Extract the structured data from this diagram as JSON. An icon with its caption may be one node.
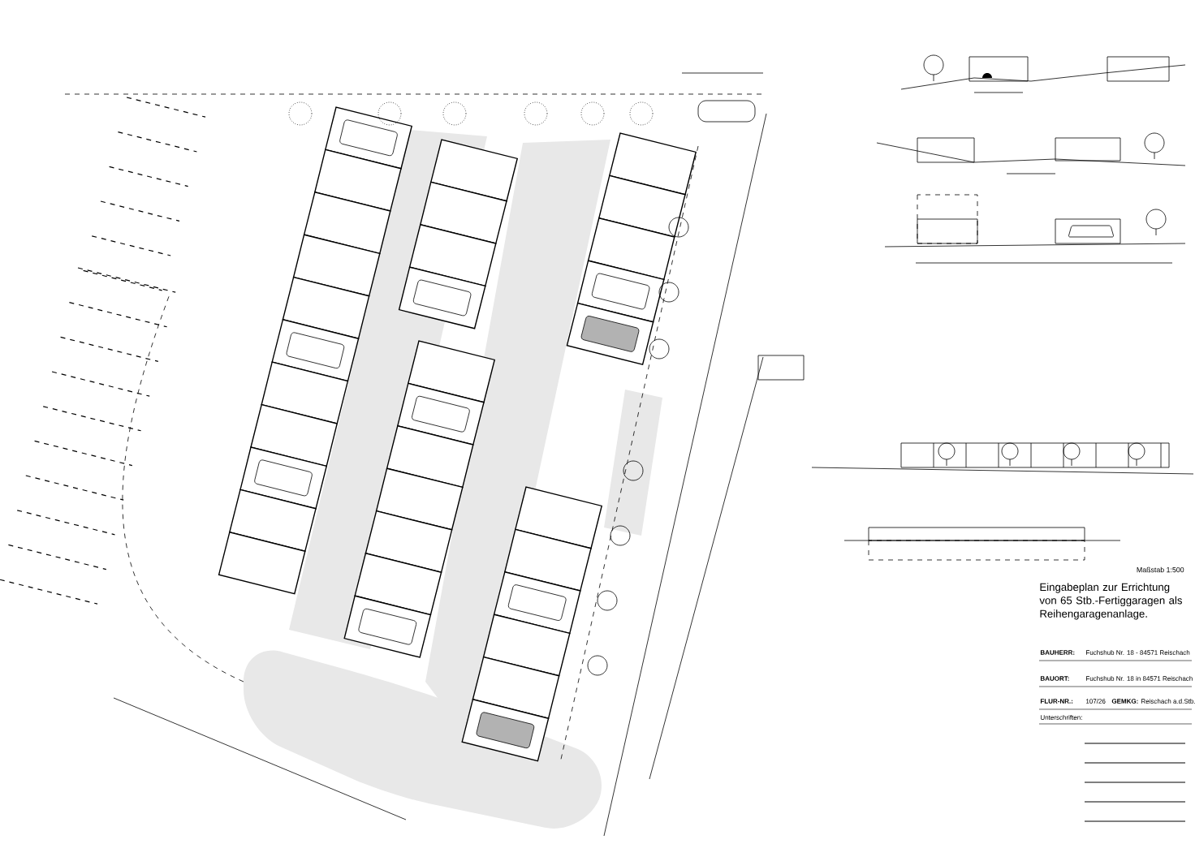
{
  "diagram": {
    "title": "Eingabeplan zur Errichtung von 65 Stb.-Fertiggaragen als Reihengaragenanlage.",
    "labels": [
      "Maßstab 1:500",
      "BAUHERR:",
      "Fuchshub Nr. 18 - 84571 Reischach",
      "BAUORT:",
      "Fuchshub Nr. 18 in 84571 Reischach",
      "FLUR-NR.:",
      "107/26",
      "GEMKG:",
      "Reischach a.d.Stb.",
      "Unterschriften:"
    ]
  }
}
